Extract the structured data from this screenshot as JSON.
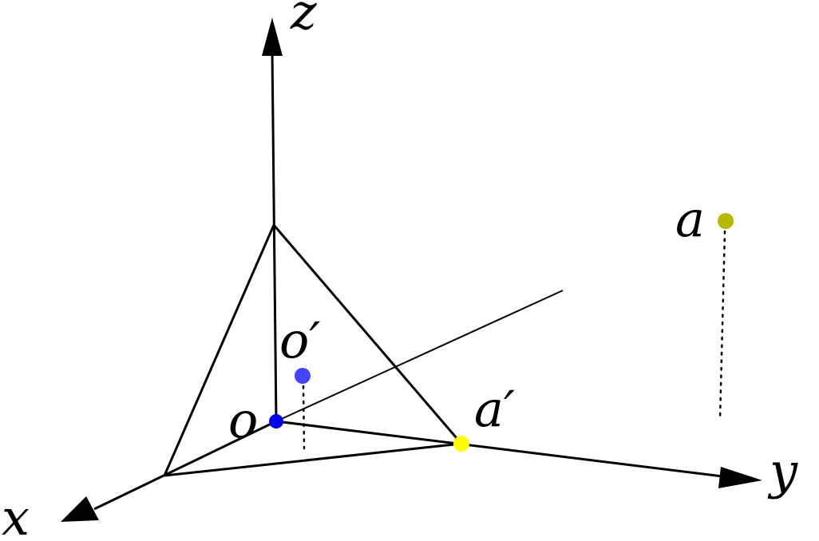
{
  "labels": {
    "x_axis": "x",
    "y_axis": "y",
    "z_axis": "z",
    "origin": "o",
    "origin_projection": "o′",
    "point": "a",
    "point_projection": "a′"
  },
  "colors": {
    "line": "#000000",
    "origin_point": "#0000ee",
    "origin_projection_point": "#4444ff",
    "point_a": "#b8b800",
    "point_a_projection": "#ffff00"
  }
}
